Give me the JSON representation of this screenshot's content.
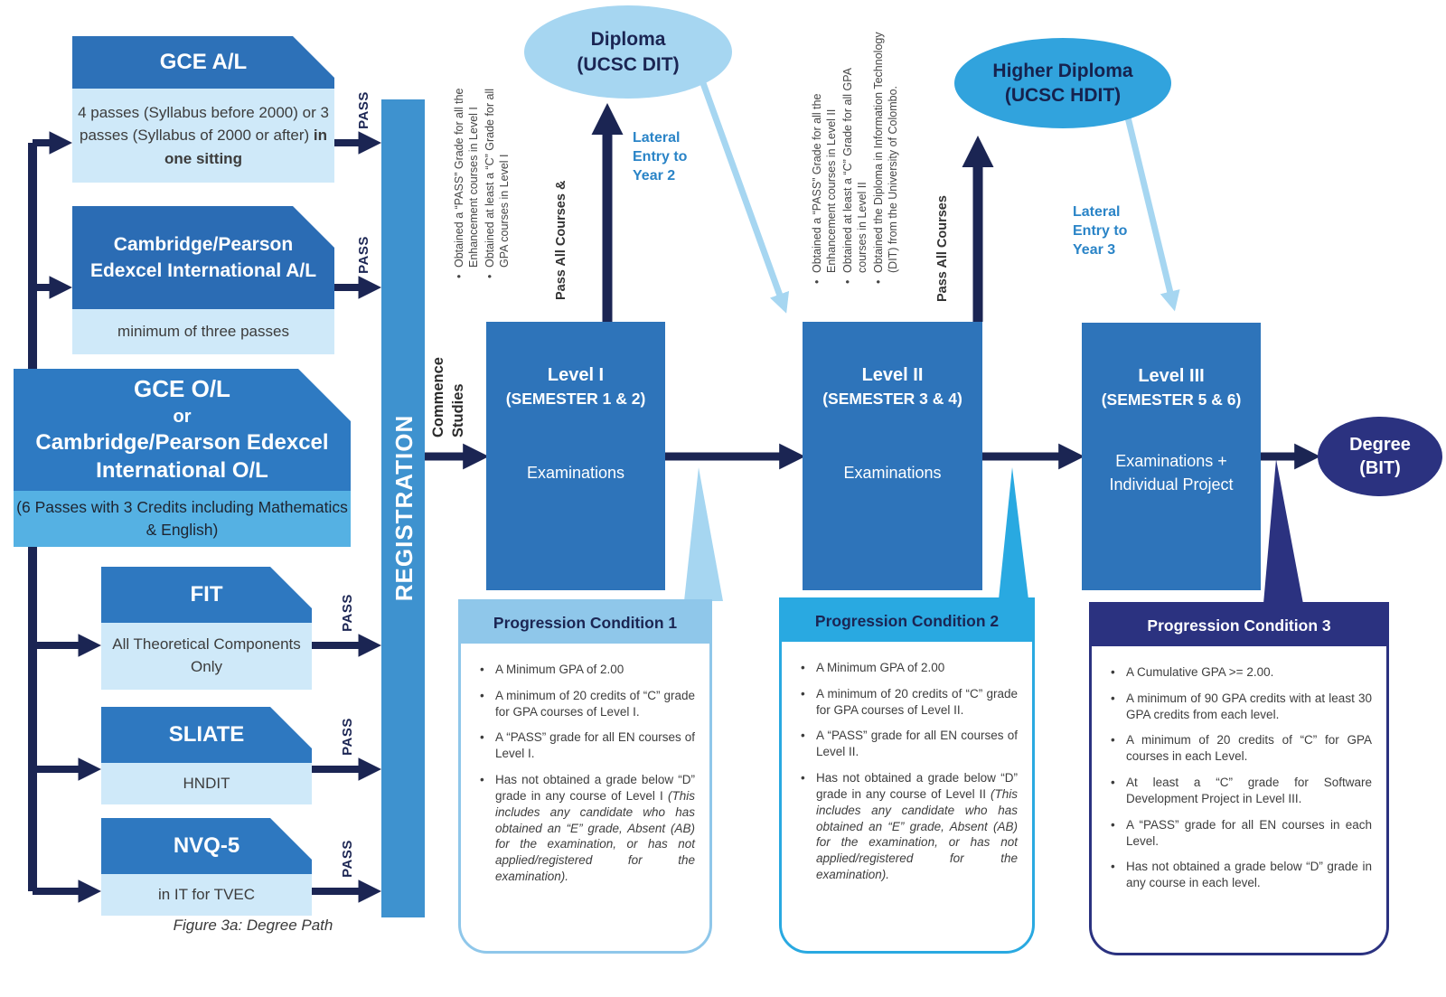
{
  "figure": {
    "caption": "Figure 3a: Degree Path"
  },
  "colors": {
    "navy": "#1b2553",
    "level_blue": "#2e74ba",
    "registration_blue": "#3e92cf",
    "light_blue": "#a6d6f1",
    "cyan": "#29a9e1",
    "degree_navy": "#2b3280",
    "body_light": "#cfe9f9",
    "ol_body": "#55b1e3"
  },
  "qualifications": [
    {
      "title": "GCE A/L",
      "body": "4 passes (Syllabus before 2000) or 3 passes (Syllabus of 2000 or after)",
      "body_bold": " in one sitting",
      "pass_label": "PASS"
    },
    {
      "title": "Cambridge/Pearson Edexcel International A/L",
      "body": "minimum of three passes",
      "pass_label": "PASS"
    },
    {
      "title_line1": "GCE O/L",
      "title_line2": "or",
      "title_line3": "Cambridge/Pearson Edexcel International O/L",
      "body": "(6 Passes with 3 Credits including Mathematics & English)"
    },
    {
      "title": "FIT",
      "body": "All Theoretical Components Only",
      "pass_label": "PASS"
    },
    {
      "title": "SLIATE",
      "body": "HNDIT",
      "pass_label": "PASS"
    },
    {
      "title": "NVQ-5",
      "body": "in IT for TVEC",
      "pass_label": "PASS"
    }
  ],
  "registration": {
    "label": "REGISTRATION",
    "commence": "Commence Studies"
  },
  "levels": [
    {
      "name": "Level I",
      "semesters": "(SEMESTER 1 & 2)",
      "activity": "Examinations"
    },
    {
      "name": "Level II",
      "semesters": "(SEMESTER 3 & 4)",
      "activity": "Examinations"
    },
    {
      "name": "Level III",
      "semesters": "(SEMESTER 5 & 6)",
      "activity": "Examinations + Individual Project"
    }
  ],
  "awards": [
    {
      "name": "Diploma",
      "abbr": "(UCSC DIT)"
    },
    {
      "name": "Higher Diploma",
      "abbr": "(UCSC HDIT)"
    },
    {
      "name": "Degree",
      "abbr": "(BIT)"
    }
  ],
  "lateral_entries": [
    "Lateral Entry to Year 2",
    "Lateral Entry to Year 3"
  ],
  "award_criteria": [
    {
      "bullets": [
        "Obtained a “PASS” Grade for all the Enhancement courses in Level I",
        "Obtained at least a “C” Grade for all GPA courses in Level I"
      ],
      "pass_note": "Pass All Courses &"
    },
    {
      "bullets": [
        "Obtained a “PASS” Grade for all the Enhancement courses in Level II",
        "Obtained at least a “C” Grade for all GPA courses in Level II",
        "Obtained the Diploma in Information Technology (DIT) from the University of Colombo."
      ],
      "pass_note": "Pass All Courses"
    }
  ],
  "progression_conditions": [
    {
      "title": "Progression Condition 1",
      "bullets": [
        "A Minimum GPA of 2.00",
        "A minimum of 20 credits of “C” grade for GPA courses of Level I.",
        "A “PASS” grade for all EN courses of Level I."
      ],
      "last_bullet_normal": "Has not obtained a grade below “D” grade in any course of Level I ",
      "last_bullet_italic": "(This includes any candidate who has obtained an “E” grade, Absent (AB) for the examination, or has not applied/registered for the examination)."
    },
    {
      "title": "Progression Condition 2",
      "bullets": [
        "A Minimum GPA of 2.00",
        "A minimum of 20 credits of “C” grade for GPA courses of Level II.",
        "A “PASS” grade for all EN courses of Level II."
      ],
      "last_bullet_normal": "Has not obtained a grade below “D” grade in any course of Level II ",
      "last_bullet_italic": "(This includes any candidate who has obtained an “E” grade, Absent (AB) for the examination, or has not applied/registered for the examination)."
    },
    {
      "title": "Progression Condition 3",
      "bullets": [
        "A Cumulative GPA >= 2.00.",
        "A minimum of 90 GPA credits with at least 30 GPA credits from each level.",
        "A minimum of 20 credits of “C” for GPA courses in each Level.",
        "At least a “C” grade for Software Development Project in Level III.",
        "A “PASS” grade for all EN courses in each Level.",
        "Has not obtained a grade below “D” grade in any course in each level."
      ]
    }
  ]
}
